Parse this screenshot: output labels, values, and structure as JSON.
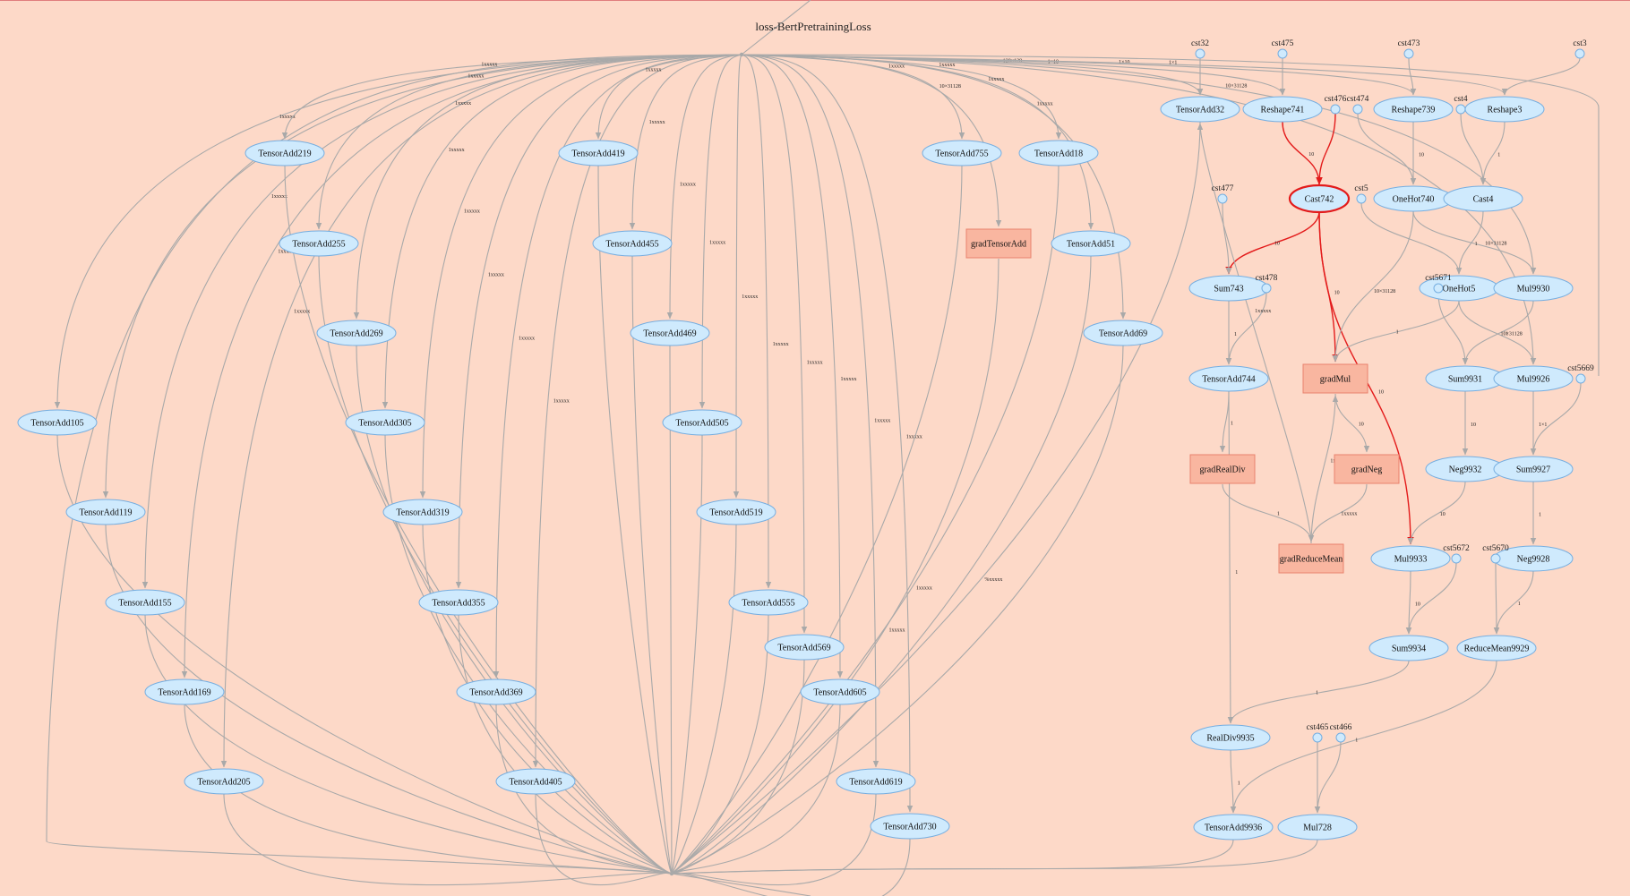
{
  "graph": {
    "title": "loss-BertPretrainingLoss",
    "colors": {
      "background": "#fdd9c8",
      "node_fill": "#cfeafd",
      "node_stroke": "#76aee0",
      "grad_fill": "#f9b6a0",
      "grad_stroke": "#e9826e",
      "edge": "#a9a9a9",
      "edge_highlight": "#e31b1b"
    },
    "nodes": [
      {
        "id": "TensorAdd105",
        "label": "TensorAdd105",
        "kind": "op"
      },
      {
        "id": "TensorAdd119",
        "label": "TensorAdd119",
        "kind": "op"
      },
      {
        "id": "TensorAdd155",
        "label": "TensorAdd155",
        "kind": "op"
      },
      {
        "id": "TensorAdd169",
        "label": "TensorAdd169",
        "kind": "op"
      },
      {
        "id": "TensorAdd205",
        "label": "TensorAdd205",
        "kind": "op"
      },
      {
        "id": "TensorAdd219",
        "label": "TensorAdd219",
        "kind": "op"
      },
      {
        "id": "TensorAdd255",
        "label": "TensorAdd255",
        "kind": "op"
      },
      {
        "id": "TensorAdd269",
        "label": "TensorAdd269",
        "kind": "op"
      },
      {
        "id": "TensorAdd305",
        "label": "TensorAdd305",
        "kind": "op"
      },
      {
        "id": "TensorAdd319",
        "label": "TensorAdd319",
        "kind": "op"
      },
      {
        "id": "TensorAdd355",
        "label": "TensorAdd355",
        "kind": "op"
      },
      {
        "id": "TensorAdd369",
        "label": "TensorAdd369",
        "kind": "op"
      },
      {
        "id": "TensorAdd405",
        "label": "TensorAdd405",
        "kind": "op"
      },
      {
        "id": "TensorAdd419",
        "label": "TensorAdd419",
        "kind": "op"
      },
      {
        "id": "TensorAdd455",
        "label": "TensorAdd455",
        "kind": "op"
      },
      {
        "id": "TensorAdd469",
        "label": "TensorAdd469",
        "kind": "op"
      },
      {
        "id": "TensorAdd505",
        "label": "TensorAdd505",
        "kind": "op"
      },
      {
        "id": "TensorAdd519",
        "label": "TensorAdd519",
        "kind": "op"
      },
      {
        "id": "TensorAdd555",
        "label": "TensorAdd555",
        "kind": "op"
      },
      {
        "id": "TensorAdd569",
        "label": "TensorAdd569",
        "kind": "op"
      },
      {
        "id": "TensorAdd605",
        "label": "TensorAdd605",
        "kind": "op"
      },
      {
        "id": "TensorAdd619",
        "label": "TensorAdd619",
        "kind": "op"
      },
      {
        "id": "TensorAdd730",
        "label": "TensorAdd730",
        "kind": "op"
      },
      {
        "id": "TensorAdd755",
        "label": "TensorAdd755",
        "kind": "op"
      },
      {
        "id": "gradTensorAdd",
        "label": "gradTensorAdd",
        "kind": "grad"
      },
      {
        "id": "TensorAdd18",
        "label": "TensorAdd18",
        "kind": "op"
      },
      {
        "id": "TensorAdd51",
        "label": "TensorAdd51",
        "kind": "op"
      },
      {
        "id": "TensorAdd69",
        "label": "TensorAdd69",
        "kind": "op"
      },
      {
        "id": "TensorAdd32",
        "label": "TensorAdd32",
        "kind": "op"
      },
      {
        "id": "Reshape741",
        "label": "Reshape741",
        "kind": "op"
      },
      {
        "id": "Reshape739",
        "label": "Reshape739",
        "kind": "op"
      },
      {
        "id": "Reshape3",
        "label": "Reshape3",
        "kind": "op"
      },
      {
        "id": "Cast742",
        "label": "Cast742",
        "kind": "op",
        "highlight": true
      },
      {
        "id": "OneHot740",
        "label": "OneHot740",
        "kind": "op"
      },
      {
        "id": "Cast4",
        "label": "Cast4",
        "kind": "op"
      },
      {
        "id": "Sum743",
        "label": "Sum743",
        "kind": "op"
      },
      {
        "id": "OneHot5",
        "label": "OneHot5",
        "kind": "op"
      },
      {
        "id": "Mul9930",
        "label": "Mul9930",
        "kind": "op"
      },
      {
        "id": "TensorAdd744",
        "label": "TensorAdd744",
        "kind": "op"
      },
      {
        "id": "gradMul",
        "label": "gradMul",
        "kind": "grad"
      },
      {
        "id": "Sum9931",
        "label": "Sum9931",
        "kind": "op"
      },
      {
        "id": "Mul9926",
        "label": "Mul9926",
        "kind": "op"
      },
      {
        "id": "gradRealDiv",
        "label": "gradRealDiv",
        "kind": "grad"
      },
      {
        "id": "gradNeg",
        "label": "gradNeg",
        "kind": "grad"
      },
      {
        "id": "Neg9932",
        "label": "Neg9932",
        "kind": "op"
      },
      {
        "id": "Sum9927",
        "label": "Sum9927",
        "kind": "op"
      },
      {
        "id": "gradReduceMean",
        "label": "gradReduceMean",
        "kind": "grad"
      },
      {
        "id": "Mul9933",
        "label": "Mul9933",
        "kind": "op"
      },
      {
        "id": "Neg9928",
        "label": "Neg9928",
        "kind": "op"
      },
      {
        "id": "Sum9934",
        "label": "Sum9934",
        "kind": "op"
      },
      {
        "id": "ReduceMean9929",
        "label": "ReduceMean9929",
        "kind": "op"
      },
      {
        "id": "RealDiv9935",
        "label": "RealDiv9935",
        "kind": "op"
      },
      {
        "id": "TensorAdd9936",
        "label": "TensorAdd9936",
        "kind": "op"
      },
      {
        "id": "Mul728",
        "label": "Mul728",
        "kind": "op"
      },
      {
        "id": "cst32",
        "label": "cst32",
        "kind": "const"
      },
      {
        "id": "cst475",
        "label": "cst475",
        "kind": "const"
      },
      {
        "id": "cst473",
        "label": "cst473",
        "kind": "const"
      },
      {
        "id": "cst3",
        "label": "cst3",
        "kind": "const"
      },
      {
        "id": "cst476",
        "label": "cst476",
        "kind": "const"
      },
      {
        "id": "cst474",
        "label": "cst474",
        "kind": "const"
      },
      {
        "id": "cst4",
        "label": "cst4",
        "kind": "const"
      },
      {
        "id": "cst477",
        "label": "cst477",
        "kind": "const"
      },
      {
        "id": "cst5",
        "label": "cst5",
        "kind": "const"
      },
      {
        "id": "cst478",
        "label": "cst478",
        "kind": "const"
      },
      {
        "id": "cst5671",
        "label": "cst5671",
        "kind": "const"
      },
      {
        "id": "cst5669",
        "label": "cst5669",
        "kind": "const"
      },
      {
        "id": "cst5672",
        "label": "cst5672",
        "kind": "const"
      },
      {
        "id": "cst5670",
        "label": "cst5670",
        "kind": "const"
      },
      {
        "id": "cst465",
        "label": "cst465",
        "kind": "const"
      },
      {
        "id": "cst466",
        "label": "cst466",
        "kind": "const"
      }
    ],
    "edges": [
      {
        "from": "top",
        "to": "TensorAdd105",
        "label": "1xxxxx"
      },
      {
        "from": "top",
        "to": "TensorAdd119",
        "label": "1xxxxx"
      },
      {
        "from": "top",
        "to": "TensorAdd155",
        "label": "1xxxxx"
      },
      {
        "from": "top",
        "to": "TensorAdd169",
        "label": "1xxxxx"
      },
      {
        "from": "top",
        "to": "TensorAdd205",
        "label": "1xxxxx"
      },
      {
        "from": "top",
        "to": "TensorAdd219",
        "label": "1xxxxx"
      },
      {
        "from": "top",
        "to": "TensorAdd255",
        "label": "1xxxxx"
      },
      {
        "from": "top",
        "to": "TensorAdd269",
        "label": "1xxxxx"
      },
      {
        "from": "top",
        "to": "TensorAdd305",
        "label": "1xxxxx"
      },
      {
        "from": "top",
        "to": "TensorAdd319",
        "label": "1xxxxx"
      },
      {
        "from": "top",
        "to": "TensorAdd355",
        "label": "1xxxxx"
      },
      {
        "from": "top",
        "to": "TensorAdd369",
        "label": "1xxxxx"
      },
      {
        "from": "top",
        "to": "TensorAdd405",
        "label": "1xxxxx"
      },
      {
        "from": "top",
        "to": "TensorAdd419",
        "label": "1xxxxx"
      },
      {
        "from": "top",
        "to": "TensorAdd455",
        "label": "1xxxxx"
      },
      {
        "from": "top",
        "to": "TensorAdd469",
        "label": "1xxxxx"
      },
      {
        "from": "top",
        "to": "TensorAdd505",
        "label": "1xxxxx"
      },
      {
        "from": "top",
        "to": "TensorAdd519",
        "label": "1xxxxx"
      },
      {
        "from": "top",
        "to": "TensorAdd555",
        "label": "1xxxxx"
      },
      {
        "from": "top",
        "to": "TensorAdd569",
        "label": "1xxxxx"
      },
      {
        "from": "top",
        "to": "TensorAdd605",
        "label": "1xxxxx"
      },
      {
        "from": "top",
        "to": "TensorAdd619",
        "label": "1xxxxx"
      },
      {
        "from": "top",
        "to": "TensorAdd730",
        "label": "1xxxxx"
      },
      {
        "from": "top",
        "to": "TensorAdd755",
        "label": "1xxxxx"
      },
      {
        "from": "top",
        "to": "gradTensorAdd",
        "label": "10×31128"
      },
      {
        "from": "top",
        "to": "TensorAdd18",
        "label": "1xxxxx"
      },
      {
        "from": "top",
        "to": "TensorAdd51",
        "label": "1xxxxx"
      },
      {
        "from": "top",
        "to": "TensorAdd69",
        "label": "1xxxxx"
      },
      {
        "from": "top",
        "to": "TensorAdd32",
        "label": "128×128"
      },
      {
        "from": "top",
        "to": "Reshape741",
        "label": "1×10"
      },
      {
        "from": "top",
        "to": "Reshape739",
        "label": "1×10"
      },
      {
        "from": "top",
        "to": "Reshape3",
        "label": "1×1"
      },
      {
        "from": "top",
        "to": "Mul9930",
        "label": "10×31128"
      },
      {
        "from": "top",
        "to": "Mul9926",
        "label": "1×1"
      },
      {
        "from": "cst32",
        "to": "TensorAdd32",
        "label": ""
      },
      {
        "from": "cst475",
        "to": "Reshape741",
        "label": ""
      },
      {
        "from": "cst473",
        "to": "Reshape739",
        "label": ""
      },
      {
        "from": "cst3",
        "to": "Reshape3",
        "label": ""
      },
      {
        "from": "cst476",
        "to": "Cast742",
        "label": "",
        "highlight": true
      },
      {
        "from": "cst474",
        "to": "OneHot740",
        "label": ""
      },
      {
        "from": "cst4",
        "to": "Cast4",
        "label": ""
      },
      {
        "from": "Reshape741",
        "to": "Cast742",
        "label": "10",
        "highlight": true
      },
      {
        "from": "Reshape739",
        "to": "OneHot740",
        "label": "10"
      },
      {
        "from": "Reshape3",
        "to": "Cast4",
        "label": "1"
      },
      {
        "from": "Cast742",
        "to": "Sum743",
        "label": "10",
        "highlight": true
      },
      {
        "from": "Cast742",
        "to": "gradMul",
        "label": "10",
        "highlight": true
      },
      {
        "from": "Cast742",
        "to": "Mul9933",
        "label": "10",
        "highlight": true
      },
      {
        "from": "OneHot740",
        "to": "Mul9930",
        "label": "10×31128"
      },
      {
        "from": "OneHot740",
        "to": "gradMul",
        "label": "10×31128"
      },
      {
        "from": "Cast4",
        "to": "OneHot5",
        "label": "1"
      },
      {
        "from": "cst5",
        "to": "OneHot5",
        "label": ""
      },
      {
        "from": "cst477",
        "to": "Sum743",
        "label": ""
      },
      {
        "from": "Sum743",
        "to": "TensorAdd744",
        "label": "1"
      },
      {
        "from": "cst478",
        "to": "TensorAdd744",
        "label": ""
      },
      {
        "from": "Mul9930",
        "to": "Sum9931",
        "label": "10×31128"
      },
      {
        "from": "cst5671",
        "to": "Sum9931",
        "label": ""
      },
      {
        "from": "OneHot5",
        "to": "gradMul",
        "label": "1"
      },
      {
        "from": "OneHot5",
        "to": "Mul9926",
        "label": "1"
      },
      {
        "from": "TensorAdd744",
        "to": "gradRealDiv",
        "label": "1"
      },
      {
        "from": "TensorAdd744",
        "to": "RealDiv9935",
        "label": "1"
      },
      {
        "from": "gradMul",
        "to": "gradNeg",
        "label": "10"
      },
      {
        "from": "Sum9931",
        "to": "Neg9932",
        "label": "10"
      },
      {
        "from": "Mul9926",
        "to": "Sum9927",
        "label": "1×1"
      },
      {
        "from": "cst5669",
        "to": "Sum9927",
        "label": ""
      },
      {
        "from": "gradRealDiv",
        "to": "gradReduceMean",
        "label": "1"
      },
      {
        "from": "gradNeg",
        "to": "gradReduceMean",
        "label": "1xxxxx"
      },
      {
        "from": "gradReduceMean",
        "to": "gradMul",
        "label": "1xxxxx"
      },
      {
        "from": "Neg9932",
        "to": "Mul9933",
        "label": "10"
      },
      {
        "from": "Sum9927",
        "to": "Neg9928",
        "label": "1"
      },
      {
        "from": "Mul9933",
        "to": "Sum9934",
        "label": "10"
      },
      {
        "from": "cst5672",
        "to": "Sum9934",
        "label": ""
      },
      {
        "from": "Neg9928",
        "to": "ReduceMean9929",
        "label": "1"
      },
      {
        "from": "cst5670",
        "to": "ReduceMean9929",
        "label": ""
      },
      {
        "from": "Sum9934",
        "to": "RealDiv9935",
        "label": "1"
      },
      {
        "from": "RealDiv9935",
        "to": "TensorAdd9936",
        "label": "1"
      },
      {
        "from": "ReduceMean9929",
        "to": "TensorAdd9936",
        "label": "1"
      },
      {
        "from": "cst465",
        "to": "Mul728",
        "label": ""
      },
      {
        "from": "cst466",
        "to": "Mul728",
        "label": ""
      },
      {
        "from": "gradReduceMean",
        "to": "TensorAdd32",
        "label": "1xxxxx"
      },
      {
        "from": "TensorAdd755",
        "to": "bottom",
        "label": ""
      },
      {
        "from": "gradTensorAdd",
        "to": "bottom",
        "label": "1xxxxx"
      },
      {
        "from": "TensorAdd18",
        "to": "bottom",
        "label": "1xxxxx"
      },
      {
        "from": "TensorAdd32",
        "to": "bottom",
        "label": "%xxxxx"
      }
    ]
  }
}
